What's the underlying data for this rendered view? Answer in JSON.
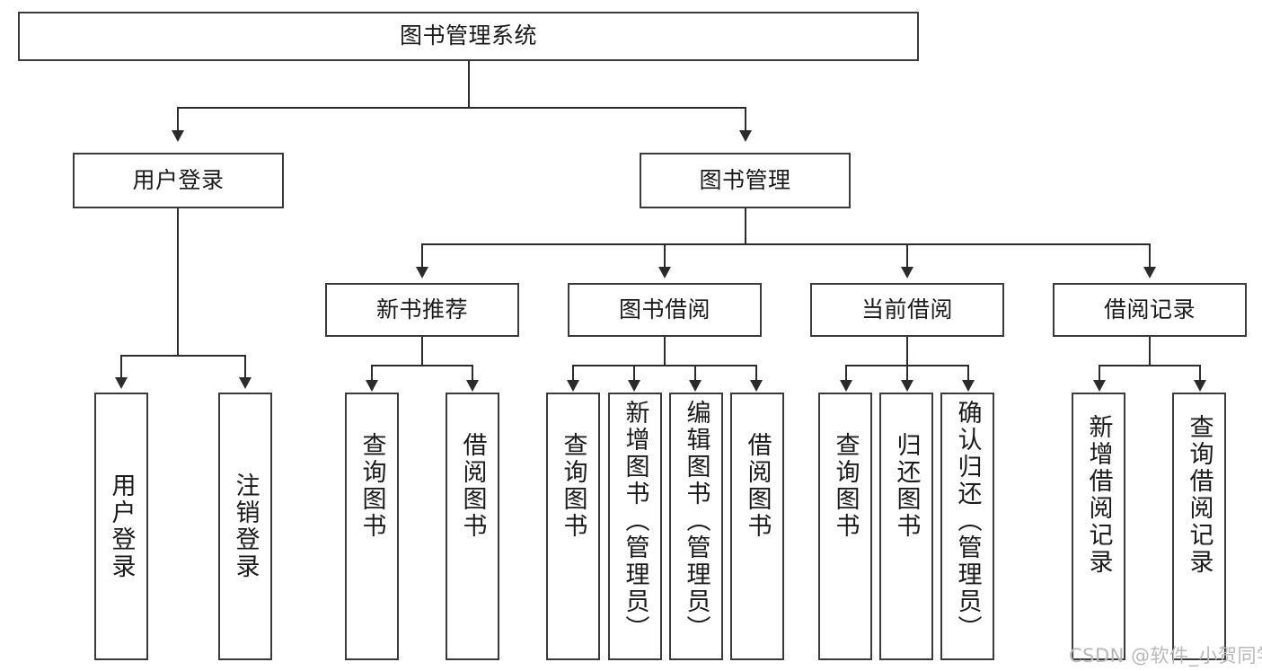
{
  "diagram": {
    "type": "tree-hierarchy-diagram",
    "title": "图书管理系统",
    "root": {
      "label": "图书管理系统"
    },
    "level2": [
      {
        "label": "用户登录"
      },
      {
        "label": "图书管理"
      }
    ],
    "level3": [
      {
        "label": "新书推荐"
      },
      {
        "label": "图书借阅"
      },
      {
        "label": "当前借阅"
      },
      {
        "label": "借阅记录"
      }
    ],
    "leaves": {
      "user_login": [
        {
          "label": "用户登录"
        },
        {
          "label": "注销登录"
        }
      ],
      "new_book_recommend": [
        {
          "label": "查询图书"
        },
        {
          "label": "借阅图书"
        }
      ],
      "book_borrow": [
        {
          "label": "查询图书"
        },
        {
          "label": "新增图书（管理员）"
        },
        {
          "label": "编辑图书（管理员）"
        },
        {
          "label": "借阅图书"
        }
      ],
      "current_borrow": [
        {
          "label": "查询图书"
        },
        {
          "label": "归还图书"
        },
        {
          "label": "确认归还（管理员）"
        }
      ],
      "borrow_record": [
        {
          "label": "新增借阅记录"
        },
        {
          "label": "查询借阅记录"
        }
      ]
    }
  },
  "watermark": {
    "text": "CSDN @软件_小贺同学"
  },
  "colors": {
    "box_border": "#3a3a3a",
    "edge": "#2b2b2b",
    "background": "#ffffff",
    "text": "#1a1a1a",
    "watermark": "#b8b8b8"
  }
}
